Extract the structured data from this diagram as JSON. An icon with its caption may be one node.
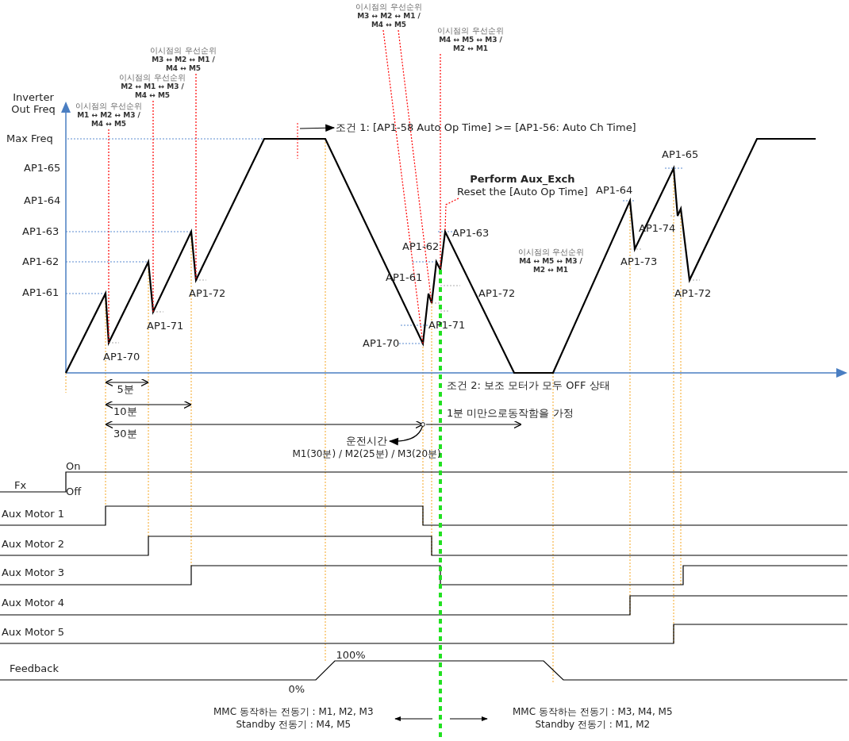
{
  "diagram": {
    "nodes": [
      {
        "text": [
          "이시점의 우선순위",
          "M1 ↔ M2 ↔ M3 / M4 ↔ M5"
        ]
      },
      {
        "text": [
          "이시점의 우선순위",
          "M2 ↔ M1 ↔ M3 / M4 ↔ M5"
        ]
      },
      {
        "text": [
          "이시점의 우선순위",
          "M3 ↔ M2 ↔ M1 / M4 ↔ M5"
        ]
      },
      {
        "text": [
          "이시점의 우선순위",
          "M3 ↔ M2 ↔ M1 / M4 ↔ M5"
        ]
      },
      {
        "text": [
          "이시점의 우선순위",
          "M4 ↔ M5 ↔ M3 / M2 ↔ M1"
        ]
      },
      {
        "text": [
          "조건 1: [AP1-58 Auto Op Time] >= [AP1-56: Auto Ch Time]"
        ]
      },
      {
        "text": [
          "Perform Aux_Exch",
          "Reset the [Auto Op Time]"
        ]
      },
      {
        "text": [
          "운전시간",
          "M1(30분) / M2(25분) / M3(20분)"
        ]
      }
    ],
    "edges": [
      {
        "from": 0,
        "to": null,
        "arrow": "none",
        "style": "dashed",
        "color": "#ff0000"
      },
      {
        "from": 1,
        "to": null,
        "arrow": "none",
        "style": "dashed",
        "color": "#ff0000"
      },
      {
        "from": 2,
        "to": null,
        "arrow": "none",
        "style": "dashed",
        "color": "#ff0000"
      },
      {
        "from": 3,
        "to": null,
        "arrow": "none",
        "style": "dashed",
        "color": "#ff0000"
      },
      {
        "from": 3,
        "to": null,
        "arrow": "none",
        "style": "dashed",
        "color": "#ff0000"
      },
      {
        "from": 4,
        "to": null,
        "arrow": "none",
        "style": "dashed",
        "color": "#ff0000"
      },
      {
        "from": null,
        "to": 5,
        "arrow": "to",
        "color": "#000000"
      },
      {
        "from": 6,
        "to": null,
        "arrow": "none",
        "style": "dashed",
        "color": "#ff0000"
      },
      {
        "from": null,
        "to": 7,
        "arrow": "to",
        "color": "#000000"
      }
    ],
    "labels": [
      "Inverter Out Freq",
      "Max Freq",
      "AP1-65",
      "AP1-64",
      "AP1-63",
      "AP1-62",
      "AP1-61",
      "AP1-70",
      "AP1-71",
      "AP1-72",
      "AP1-62",
      "AP1-61",
      "AP1-63",
      "AP1-72",
      "AP1-70",
      "AP1-71",
      "AP1-64",
      "AP1-65",
      "AP1-74",
      "AP1-73",
      "AP1-72",
      "이시점의 우선순위",
      "M4 ↔ M5 ↔ M3 / M2 ↔ M1",
      "조건 2: 보조 모터가 모두 OFF 상태",
      "5분",
      "10분",
      "30분",
      "1분 미만으로동작함을 가정",
      "On",
      "Fx",
      "Off",
      "Aux Motor 1",
      "Aux Motor 2",
      "Aux Motor 3",
      "Aux Motor 4",
      "Aux Motor 5",
      "100%",
      "Feedback",
      "0%",
      "MMC 동작하는 전동기 : M1, M2, M3",
      "Standby 전동기 : M4, M5",
      "MMC 동작하는 전동기 : M3, M4, M5",
      "Standby 전동기 : M1, M2"
    ]
  }
}
